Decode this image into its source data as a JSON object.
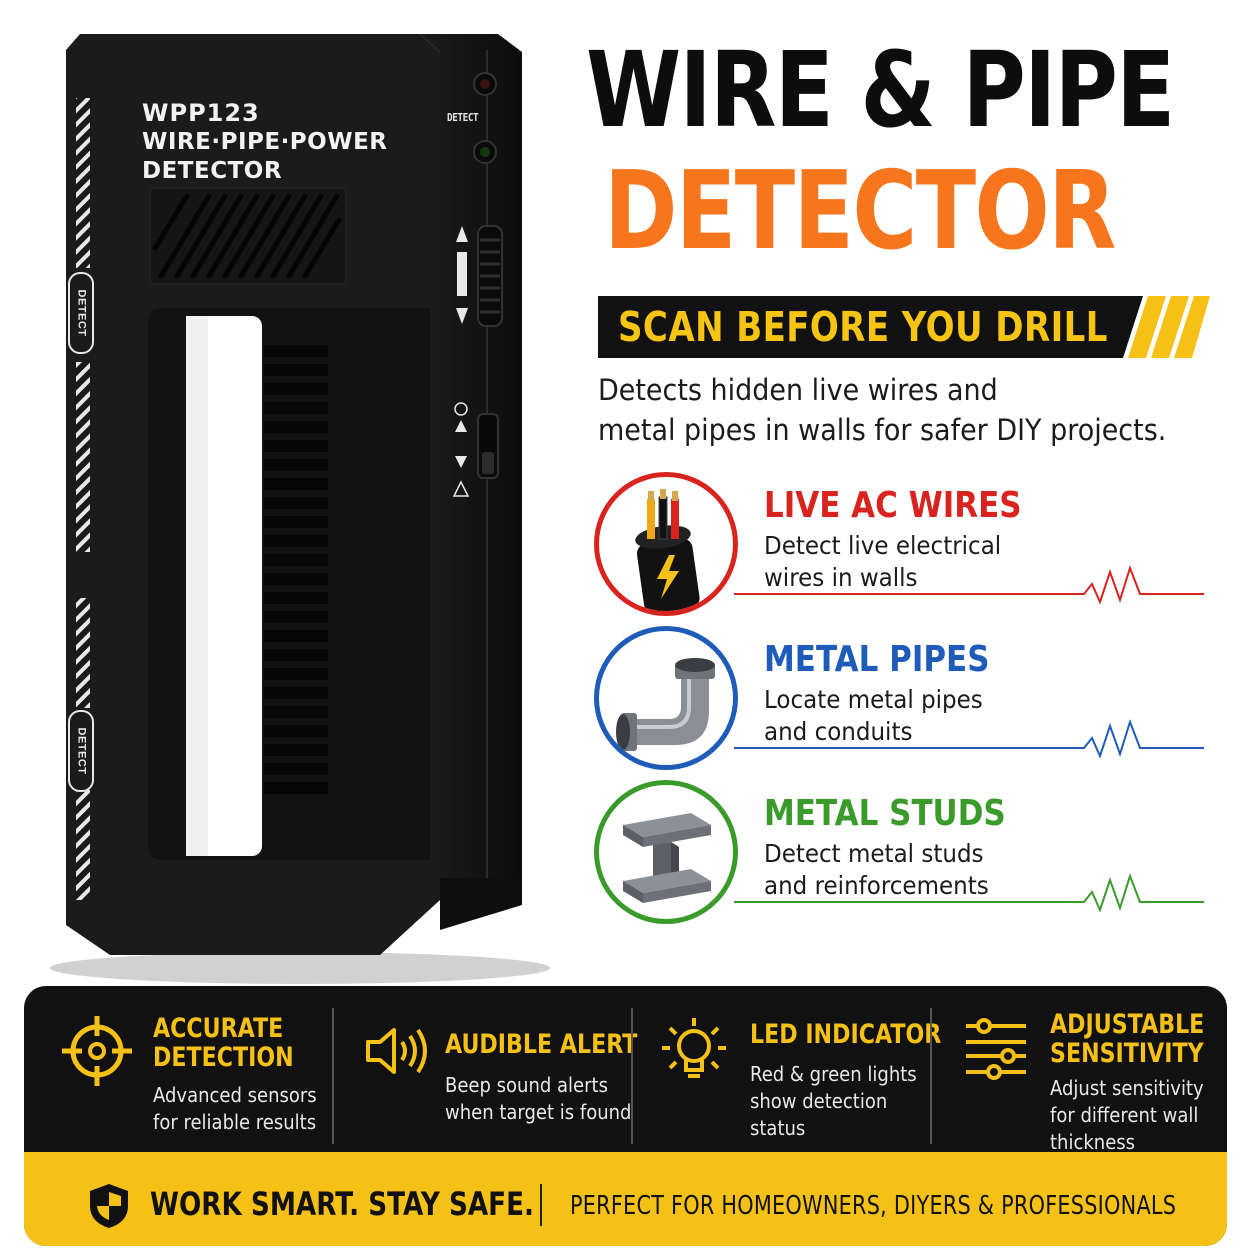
{
  "device": {
    "model": "WPP123",
    "line2": "WIRE·PIPE·POWER",
    "line3": "DETECTOR",
    "side_label": "DETECT",
    "top_label": "DETECT"
  },
  "headline": {
    "line1": "WIRE & PIPE",
    "line2": "DETECTOR"
  },
  "banner": "SCAN BEFORE YOU DRILL",
  "description": [
    "Detects hidden live wires and",
    "metal pipes in walls for safer DIY projects."
  ],
  "features": [
    {
      "title": "LIVE AC WIRES",
      "lines": [
        "Detect live electrical",
        "wires in walls"
      ],
      "color": "#d8231f",
      "icon": "live-wire-icon"
    },
    {
      "title": "METAL PIPES",
      "lines": [
        "Locate metal pipes",
        "and conduits"
      ],
      "color": "#1f5bb8",
      "icon": "metal-pipe-icon"
    },
    {
      "title": "METAL STUDS",
      "lines": [
        "Detect metal studs",
        "and reinforcements"
      ],
      "color": "#3a9a2a",
      "icon": "metal-stud-icon"
    }
  ],
  "benefits": [
    {
      "title": [
        "ACCURATE",
        "DETECTION"
      ],
      "lines": [
        "Advanced sensors",
        "for reliable results"
      ],
      "icon": "crosshair-icon"
    },
    {
      "title": [
        "AUDIBLE ALERT"
      ],
      "lines": [
        "Beep sound alerts",
        "when target is found"
      ],
      "icon": "speaker-icon"
    },
    {
      "title": [
        "LED INDICATOR"
      ],
      "lines": [
        "Red & green lights",
        "show detection",
        "status"
      ],
      "icon": "lightbulb-icon"
    },
    {
      "title": [
        "ADJUSTABLE",
        "SENSITIVITY"
      ],
      "lines": [
        "Adjust sensitivity",
        "for different wall",
        "thickness"
      ],
      "icon": "sliders-icon"
    }
  ],
  "footer": {
    "slogan": "WORK SMART. STAY SAFE.",
    "audience": "PERFECT FOR HOMEOWNERS, DIYERS & PROFESSIONALS"
  },
  "colors": {
    "accent_orange": "#f7751c",
    "accent_yellow": "#f6c116",
    "dark": "#111111"
  }
}
